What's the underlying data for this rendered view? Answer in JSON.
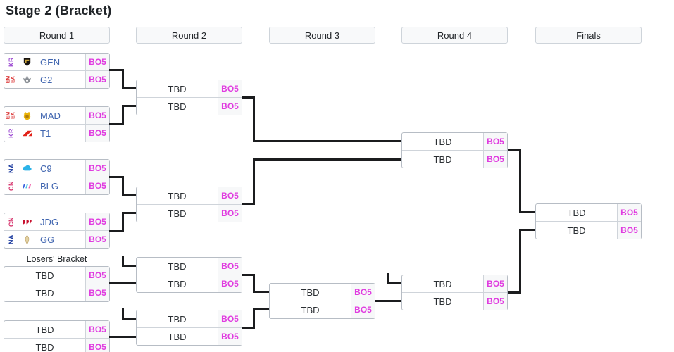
{
  "page": {
    "title": "Stage 2 (Bracket)"
  },
  "rounds": [
    {
      "label": "Round 1"
    },
    {
      "label": "Round 2"
    },
    {
      "label": "Round 3"
    },
    {
      "label": "Round 4"
    },
    {
      "label": "Finals"
    }
  ],
  "losers_bracket_label": "Losers' Bracket",
  "matches": {
    "ub_r1_m1": {
      "slots": [
        {
          "region": "KR",
          "team": "GEN",
          "format": "BO5"
        },
        {
          "region": "EMEA",
          "team": "G2",
          "format": "BO5"
        }
      ]
    },
    "ub_r1_m2": {
      "slots": [
        {
          "region": "EMEA",
          "team": "MAD",
          "format": "BO5"
        },
        {
          "region": "KR",
          "team": "T1",
          "format": "BO5"
        }
      ]
    },
    "ub_r1_m3": {
      "slots": [
        {
          "region": "NA",
          "team": "C9",
          "format": "BO5"
        },
        {
          "region": "CN",
          "team": "BLG",
          "format": "BO5"
        }
      ]
    },
    "ub_r1_m4": {
      "slots": [
        {
          "region": "CN",
          "team": "JDG",
          "format": "BO5"
        },
        {
          "region": "NA",
          "team": "GG",
          "format": "BO5"
        }
      ]
    },
    "ub_r2_m1": {
      "slots": [
        {
          "team": "TBD",
          "format": "BO5"
        },
        {
          "team": "TBD",
          "format": "BO5"
        }
      ]
    },
    "ub_r2_m2": {
      "slots": [
        {
          "team": "TBD",
          "format": "BO5"
        },
        {
          "team": "TBD",
          "format": "BO5"
        }
      ]
    },
    "ub_r4_m1": {
      "slots": [
        {
          "team": "TBD",
          "format": "BO5"
        },
        {
          "team": "TBD",
          "format": "BO5"
        }
      ]
    },
    "finals_m1": {
      "slots": [
        {
          "team": "TBD",
          "format": "BO5"
        },
        {
          "team": "TBD",
          "format": "BO5"
        }
      ]
    },
    "lb_r1_m1": {
      "slots": [
        {
          "team": "TBD",
          "format": "BO5"
        },
        {
          "team": "TBD",
          "format": "BO5"
        }
      ]
    },
    "lb_r1_m2": {
      "slots": [
        {
          "team": "TBD",
          "format": "BO5"
        },
        {
          "team": "TBD",
          "format": "BO5"
        }
      ]
    },
    "lb_r2_m1": {
      "slots": [
        {
          "team": "TBD",
          "format": "BO5"
        },
        {
          "team": "TBD",
          "format": "BO5"
        }
      ]
    },
    "lb_r2_m2": {
      "slots": [
        {
          "team": "TBD",
          "format": "BO5"
        },
        {
          "team": "TBD",
          "format": "BO5"
        }
      ]
    },
    "lb_r3_m1": {
      "slots": [
        {
          "team": "TBD",
          "format": "BO5"
        },
        {
          "team": "TBD",
          "format": "BO5"
        }
      ]
    },
    "lb_r4_m1": {
      "slots": [
        {
          "team": "TBD",
          "format": "BO5"
        },
        {
          "team": "TBD",
          "format": "BO5"
        }
      ]
    }
  },
  "icons": {
    "gen": "gen-logo-icon",
    "g2": "g2-logo-icon",
    "mad": "mad-logo-icon",
    "t1": "t1-logo-icon",
    "c9": "c9-logo-icon",
    "blg": "blg-logo-icon",
    "jdg": "jdg-logo-icon",
    "gg": "gg-logo-icon"
  },
  "colors": {
    "format_badge": "#e03ce0",
    "team_name": "#4166b0",
    "tbd_text": "#2b2f33",
    "region_kr": "#9d4bd2",
    "region_emea": "#d92b2b",
    "region_na": "#1b3a9e",
    "region_cn": "#d6336c",
    "connector": "#1b1c1e",
    "header_bg": "#f8f9fa",
    "box_border": "#b7bdc5"
  }
}
